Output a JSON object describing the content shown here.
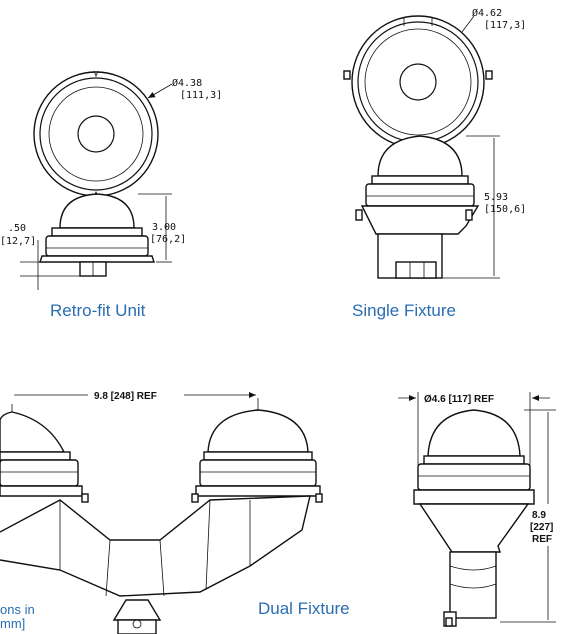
{
  "retrofit": {
    "caption": "Retro-fit Unit",
    "diameter": "Ø4.38",
    "diameter_mm": "[111,3]",
    "base_height": ".50",
    "base_height_mm": "[12,7]",
    "height": "3.00",
    "height_mm": "[76,2]"
  },
  "single": {
    "caption": "Single Fixture",
    "diameter": "Ø4.62",
    "diameter_mm": "[117,3]",
    "height": "5.93",
    "height_mm": "[150,6]"
  },
  "dual": {
    "caption": "Dual Fixture",
    "spacing": "9.8 [248] REF",
    "note_line1": "ons in",
    "note_line2": "mm]"
  },
  "side": {
    "diameter": "Ø4.6 [117] REF",
    "height_line1": "8.9",
    "height_line2": "[227]",
    "height_line3": "REF"
  }
}
